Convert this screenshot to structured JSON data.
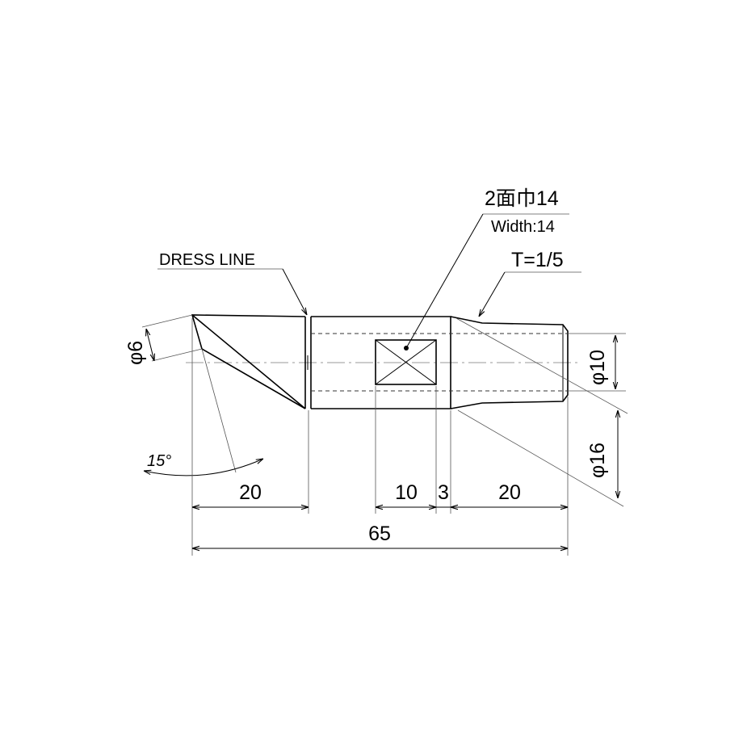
{
  "labels": {
    "dress_line": "DRESS LINE",
    "flat_jp": "2面巾14",
    "flat_en": "Width:14",
    "taper": "T=1/5",
    "angle": "15°",
    "dia_tip": "φ6",
    "dia_shank": "φ10",
    "dia_body": "φ16"
  },
  "dimensions": {
    "tip_length": "20",
    "flat_length": "10",
    "gap_length": "3",
    "shank_length": "20",
    "total_length": "65"
  },
  "colors": {
    "line": "#000000",
    "background": "#ffffff"
  }
}
